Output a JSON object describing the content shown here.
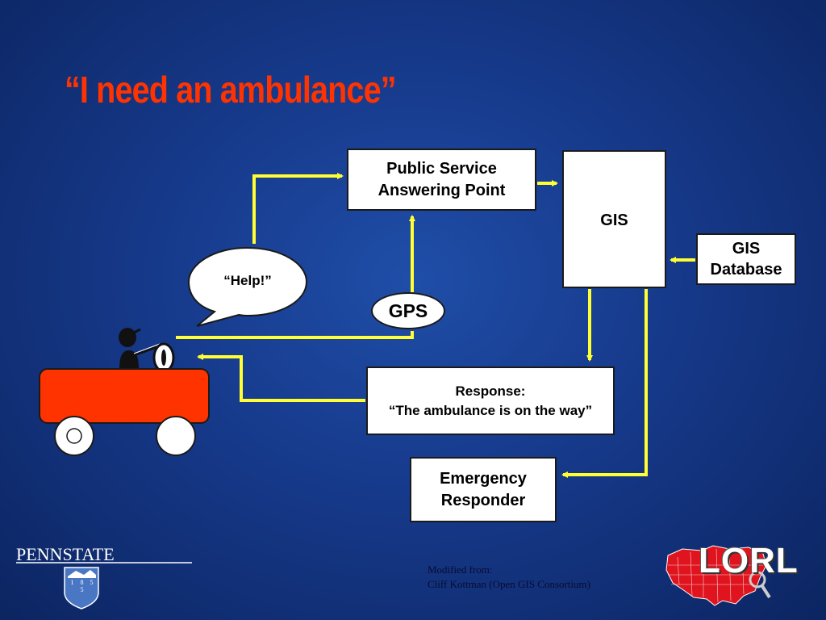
{
  "title": "“I need an ambulance”",
  "nodes": {
    "psap": {
      "line1": "Public Service",
      "line2": "Answering Point"
    },
    "gis": "GIS",
    "gis_database": {
      "line1": "GIS",
      "line2": "Database"
    },
    "gps": "GPS",
    "help_bubble": "“Help!”",
    "response": {
      "line1": "Response:",
      "line2": "“The ambulance is on the way”"
    },
    "emergency_responder": {
      "line1": "Emergency",
      "line2": "Responder"
    }
  },
  "credit": {
    "line1": "Modified from:",
    "line2": "Cliff Kottman (Open GIS Consortium)"
  },
  "logos": {
    "pennstate": {
      "wordmark": "PENNSTATE",
      "year": "1 8 5 5"
    },
    "lorl": "LORL"
  },
  "colors": {
    "title": "#ff3300",
    "arrows": "#ffff33",
    "car": "#ff3300",
    "background": "#16398a"
  }
}
